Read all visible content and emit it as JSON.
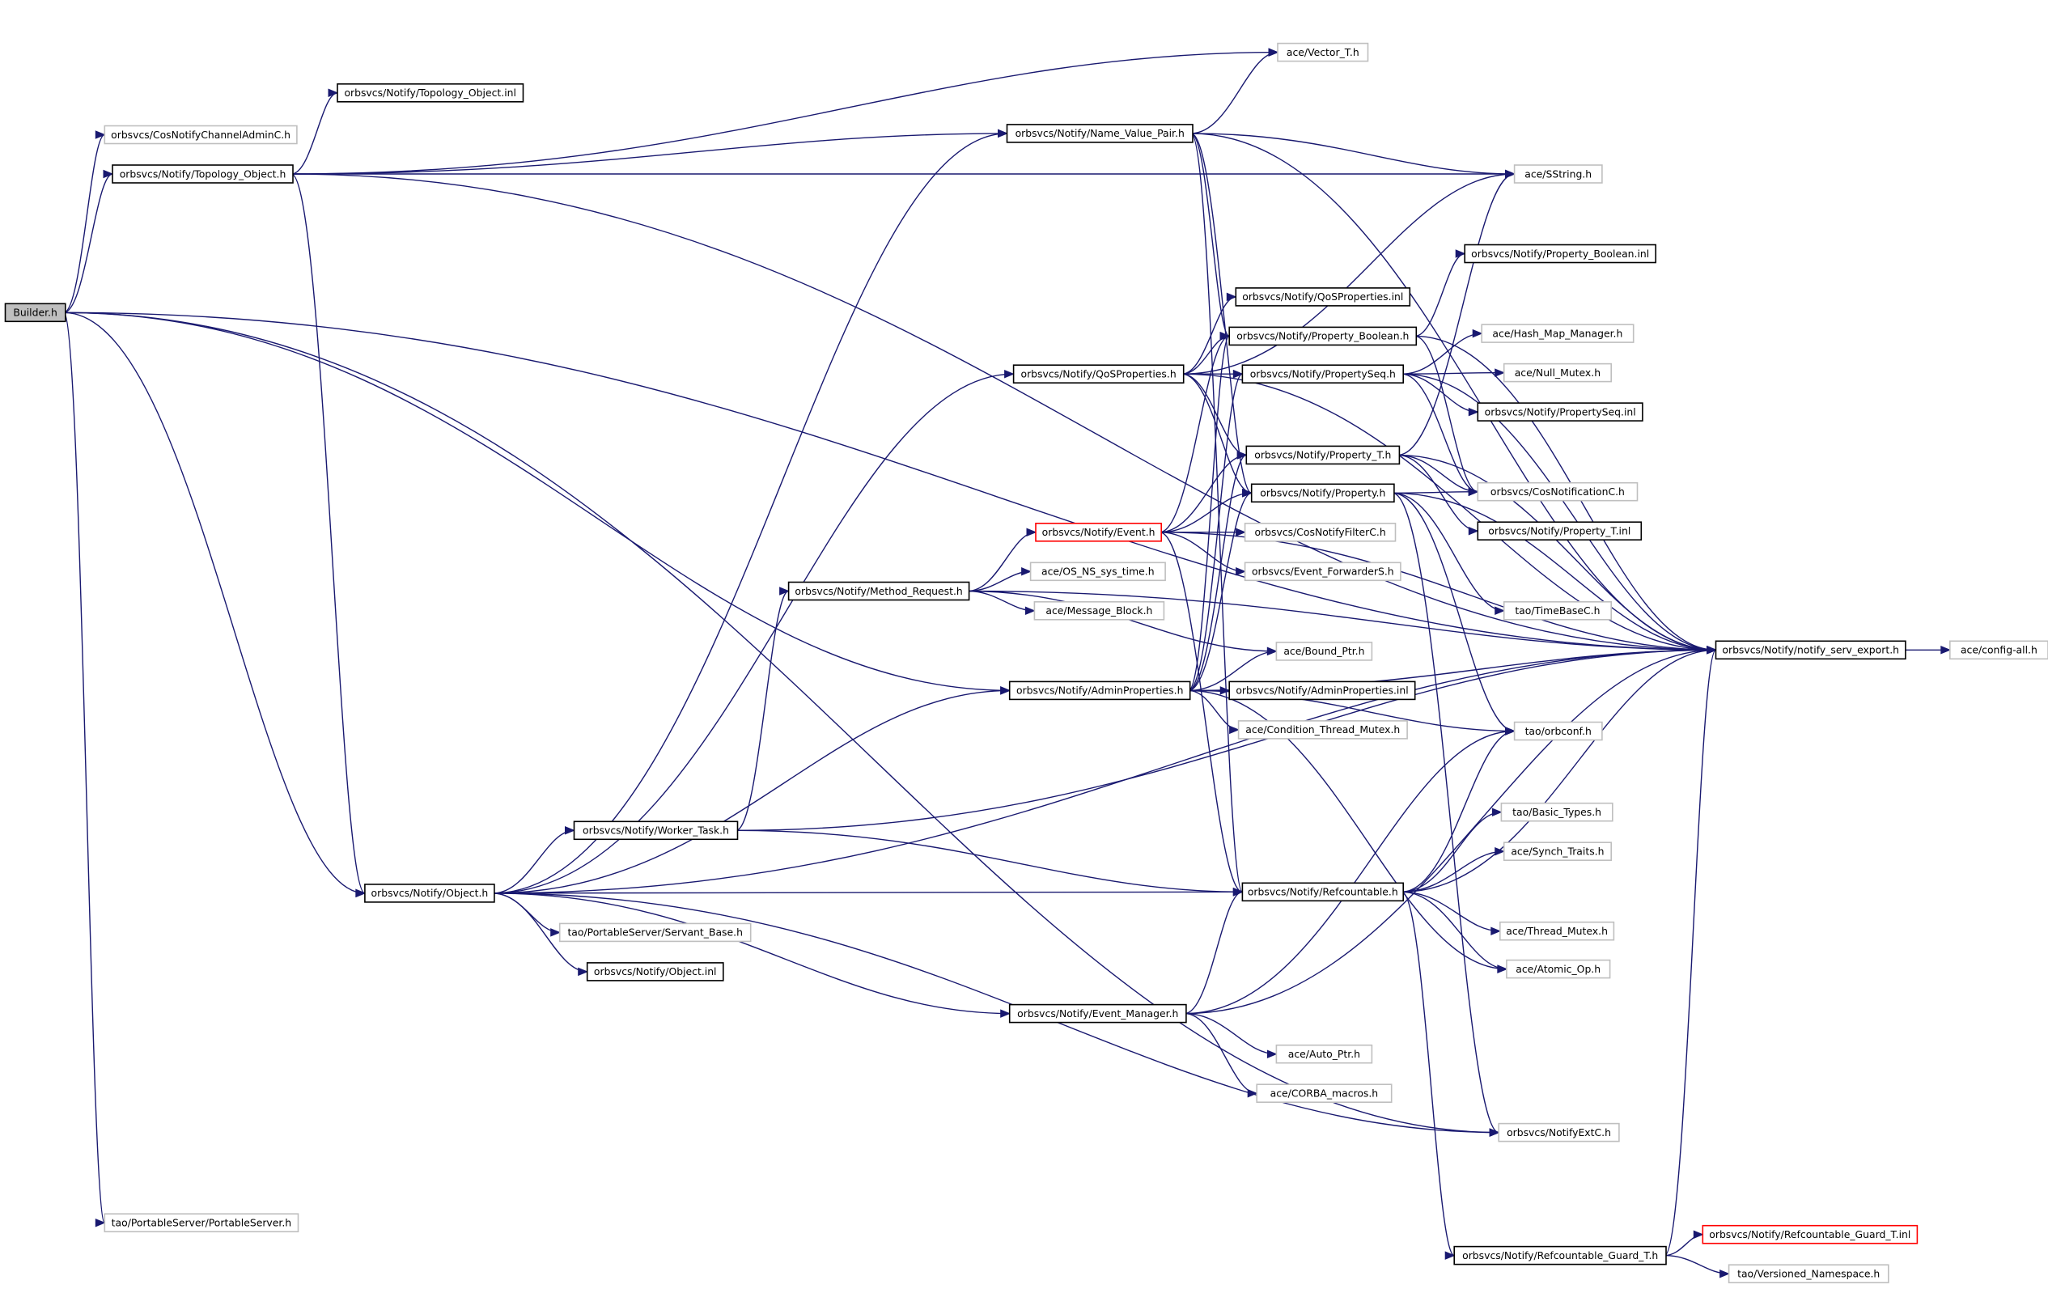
{
  "colors": {
    "edge": "#191970",
    "border_documented": "#000000",
    "border_undocumented": "#bfbfbf",
    "border_highlight": "#ff0000",
    "root_fill": "#bfbfbf",
    "node_fill": "#ffffff"
  },
  "nodes": [
    {
      "id": "builder",
      "label": "Builder.h",
      "kind": "root"
    },
    {
      "id": "cosnotify_chan",
      "label": "orbsvcs/CosNotifyChannelAdminC.h",
      "kind": "undocumented"
    },
    {
      "id": "topo_obj_inl",
      "label": "orbsvcs/Notify/Topology_Object.inl",
      "kind": "documented"
    },
    {
      "id": "topo_obj_h",
      "label": "orbsvcs/Notify/Topology_Object.h",
      "kind": "documented"
    },
    {
      "id": "vector_t",
      "label": "ace/Vector_T.h",
      "kind": "undocumented"
    },
    {
      "id": "nvp",
      "label": "orbsvcs/Notify/Name_Value_Pair.h",
      "kind": "documented"
    },
    {
      "id": "sstring",
      "label": "ace/SString.h",
      "kind": "undocumented"
    },
    {
      "id": "prop_bool_inl",
      "label": "orbsvcs/Notify/Property_Boolean.inl",
      "kind": "documented"
    },
    {
      "id": "qos_inl",
      "label": "orbsvcs/Notify/QoSProperties.inl",
      "kind": "documented"
    },
    {
      "id": "prop_bool_h",
      "label": "orbsvcs/Notify/Property_Boolean.h",
      "kind": "documented"
    },
    {
      "id": "hash_map",
      "label": "ace/Hash_Map_Manager.h",
      "kind": "undocumented"
    },
    {
      "id": "qos_h",
      "label": "orbsvcs/Notify/QoSProperties.h",
      "kind": "documented"
    },
    {
      "id": "propseq_h",
      "label": "orbsvcs/Notify/PropertySeq.h",
      "kind": "documented"
    },
    {
      "id": "null_mutex",
      "label": "ace/Null_Mutex.h",
      "kind": "undocumented"
    },
    {
      "id": "propseq_inl",
      "label": "orbsvcs/Notify/PropertySeq.inl",
      "kind": "documented"
    },
    {
      "id": "prop_t_h",
      "label": "orbsvcs/Notify/Property_T.h",
      "kind": "documented"
    },
    {
      "id": "cosnotif_c",
      "label": "orbsvcs/CosNotificationC.h",
      "kind": "undocumented"
    },
    {
      "id": "property_h",
      "label": "orbsvcs/Notify/Property.h",
      "kind": "documented"
    },
    {
      "id": "prop_t_inl",
      "label": "orbsvcs/Notify/Property_T.inl",
      "kind": "documented"
    },
    {
      "id": "event_h",
      "label": "orbsvcs/Notify/Event.h",
      "kind": "highlight"
    },
    {
      "id": "cosnotify_filter",
      "label": "orbsvcs/CosNotifyFilterC.h",
      "kind": "undocumented"
    },
    {
      "id": "event_fwd",
      "label": "orbsvcs/Event_ForwarderS.h",
      "kind": "undocumented"
    },
    {
      "id": "os_ns_time",
      "label": "ace/OS_NS_sys_time.h",
      "kind": "undocumented"
    },
    {
      "id": "method_req",
      "label": "orbsvcs/Notify/Method_Request.h",
      "kind": "documented"
    },
    {
      "id": "timebase",
      "label": "tao/TimeBaseC.h",
      "kind": "undocumented"
    },
    {
      "id": "msg_block",
      "label": "ace/Message_Block.h",
      "kind": "undocumented"
    },
    {
      "id": "bound_ptr",
      "label": "ace/Bound_Ptr.h",
      "kind": "undocumented"
    },
    {
      "id": "serv_export",
      "label": "orbsvcs/Notify/notify_serv_export.h",
      "kind": "documented"
    },
    {
      "id": "config_all",
      "label": "ace/config-all.h",
      "kind": "undocumented"
    },
    {
      "id": "admin_props_h",
      "label": "orbsvcs/Notify/AdminProperties.h",
      "kind": "documented"
    },
    {
      "id": "admin_props_inl",
      "label": "orbsvcs/Notify/AdminProperties.inl",
      "kind": "documented"
    },
    {
      "id": "cond_mutex",
      "label": "ace/Condition_Thread_Mutex.h",
      "kind": "undocumented"
    },
    {
      "id": "orbconf",
      "label": "tao/orbconf.h",
      "kind": "undocumented"
    },
    {
      "id": "worker_task",
      "label": "orbsvcs/Notify/Worker_Task.h",
      "kind": "documented"
    },
    {
      "id": "basic_types",
      "label": "tao/Basic_Types.h",
      "kind": "undocumented"
    },
    {
      "id": "synch_traits",
      "label": "ace/Synch_Traits.h",
      "kind": "undocumented"
    },
    {
      "id": "object_h",
      "label": "orbsvcs/Notify/Object.h",
      "kind": "documented"
    },
    {
      "id": "refcountable_h",
      "label": "orbsvcs/Notify/Refcountable.h",
      "kind": "documented"
    },
    {
      "id": "servant_base",
      "label": "tao/PortableServer/Servant_Base.h",
      "kind": "undocumented"
    },
    {
      "id": "thread_mutex",
      "label": "ace/Thread_Mutex.h",
      "kind": "undocumented"
    },
    {
      "id": "object_inl",
      "label": "orbsvcs/Notify/Object.inl",
      "kind": "documented"
    },
    {
      "id": "atomic_op",
      "label": "ace/Atomic_Op.h",
      "kind": "undocumented"
    },
    {
      "id": "event_mgr",
      "label": "orbsvcs/Notify/Event_Manager.h",
      "kind": "documented"
    },
    {
      "id": "auto_ptr",
      "label": "ace/Auto_Ptr.h",
      "kind": "undocumented"
    },
    {
      "id": "corba_macros",
      "label": "ace/CORBA_macros.h",
      "kind": "undocumented"
    },
    {
      "id": "notify_ext",
      "label": "orbsvcs/NotifyExtC.h",
      "kind": "undocumented"
    },
    {
      "id": "portable_server",
      "label": "tao/PortableServer/PortableServer.h",
      "kind": "undocumented"
    },
    {
      "id": "ref_guard_inl",
      "label": "orbsvcs/Notify/Refcountable_Guard_T.inl",
      "kind": "highlight"
    },
    {
      "id": "ref_guard_h",
      "label": "orbsvcs/Notify/Refcountable_Guard_T.h",
      "kind": "documented"
    },
    {
      "id": "versioned_ns",
      "label": "tao/Versioned_Namespace.h",
      "kind": "undocumented"
    }
  ],
  "edges": [
    [
      "builder",
      "cosnotify_chan"
    ],
    [
      "builder",
      "topo_obj_h"
    ],
    [
      "builder",
      "serv_export"
    ],
    [
      "builder",
      "admin_props_h"
    ],
    [
      "builder",
      "object_h"
    ],
    [
      "builder",
      "notify_ext"
    ],
    [
      "builder",
      "portable_server"
    ],
    [
      "topo_obj_h",
      "topo_obj_inl"
    ],
    [
      "topo_obj_h",
      "vector_t"
    ],
    [
      "topo_obj_h",
      "nvp"
    ],
    [
      "topo_obj_h",
      "sstring"
    ],
    [
      "topo_obj_h",
      "serv_export"
    ],
    [
      "topo_obj_h",
      "object_h"
    ],
    [
      "nvp",
      "vector_t"
    ],
    [
      "nvp",
      "sstring"
    ],
    [
      "nvp",
      "serv_export"
    ],
    [
      "nvp",
      "prop_bool_h"
    ],
    [
      "nvp",
      "property_h"
    ],
    [
      "nvp",
      "refcountable_h"
    ],
    [
      "qos_h",
      "qos_inl"
    ],
    [
      "qos_h",
      "prop_bool_h"
    ],
    [
      "qos_h",
      "propseq_h"
    ],
    [
      "qos_h",
      "prop_t_h"
    ],
    [
      "qos_h",
      "property_h"
    ],
    [
      "qos_h",
      "serv_export"
    ],
    [
      "qos_h",
      "sstring"
    ],
    [
      "prop_bool_h",
      "prop_bool_inl"
    ],
    [
      "prop_bool_h",
      "serv_export"
    ],
    [
      "prop_bool_h",
      "cosnotif_c"
    ],
    [
      "propseq_h",
      "hash_map"
    ],
    [
      "propseq_h",
      "null_mutex"
    ],
    [
      "propseq_h",
      "propseq_inl"
    ],
    [
      "propseq_h",
      "cosnotif_c"
    ],
    [
      "propseq_h",
      "serv_export"
    ],
    [
      "prop_t_h",
      "cosnotif_c"
    ],
    [
      "prop_t_h",
      "prop_t_inl"
    ],
    [
      "prop_t_h",
      "sstring"
    ],
    [
      "prop_t_h",
      "serv_export"
    ],
    [
      "property_h",
      "cosnotif_c"
    ],
    [
      "property_h",
      "timebase"
    ],
    [
      "property_h",
      "orbconf"
    ],
    [
      "property_h",
      "serv_export"
    ],
    [
      "property_h",
      "notify_ext"
    ],
    [
      "event_h",
      "cosnotify_filter"
    ],
    [
      "event_h",
      "event_fwd"
    ],
    [
      "event_h",
      "prop_bool_h"
    ],
    [
      "event_h",
      "prop_t_h"
    ],
    [
      "event_h",
      "property_h"
    ],
    [
      "event_h",
      "refcountable_h"
    ],
    [
      "event_h",
      "serv_export"
    ],
    [
      "method_req",
      "event_h"
    ],
    [
      "method_req",
      "os_ns_time"
    ],
    [
      "method_req",
      "msg_block"
    ],
    [
      "method_req",
      "bound_ptr"
    ],
    [
      "method_req",
      "serv_export"
    ],
    [
      "serv_export",
      "config_all"
    ],
    [
      "admin_props_h",
      "admin_props_inl"
    ],
    [
      "admin_props_h",
      "cond_mutex"
    ],
    [
      "admin_props_h",
      "bound_ptr"
    ],
    [
      "admin_props_h",
      "orbconf"
    ],
    [
      "admin_props_h",
      "prop_bool_h"
    ],
    [
      "admin_props_h",
      "propseq_h"
    ],
    [
      "admin_props_h",
      "prop_t_h"
    ],
    [
      "admin_props_h",
      "property_h"
    ],
    [
      "admin_props_h",
      "atomic_op"
    ],
    [
      "admin_props_h",
      "serv_export"
    ],
    [
      "worker_task",
      "method_req"
    ],
    [
      "worker_task",
      "refcountable_h"
    ],
    [
      "worker_task",
      "serv_export"
    ],
    [
      "object_h",
      "nvp"
    ],
    [
      "object_h",
      "qos_h"
    ],
    [
      "object_h",
      "admin_props_h"
    ],
    [
      "object_h",
      "worker_task"
    ],
    [
      "object_h",
      "refcountable_h"
    ],
    [
      "object_h",
      "servant_base"
    ],
    [
      "object_h",
      "object_inl"
    ],
    [
      "object_h",
      "event_mgr"
    ],
    [
      "object_h",
      "notify_ext"
    ],
    [
      "object_h",
      "serv_export"
    ],
    [
      "refcountable_h",
      "orbconf"
    ],
    [
      "refcountable_h",
      "basic_types"
    ],
    [
      "refcountable_h",
      "synch_traits"
    ],
    [
      "refcountable_h",
      "thread_mutex"
    ],
    [
      "refcountable_h",
      "atomic_op"
    ],
    [
      "refcountable_h",
      "ref_guard_h"
    ],
    [
      "refcountable_h",
      "serv_export"
    ],
    [
      "event_mgr",
      "refcountable_h"
    ],
    [
      "event_mgr",
      "orbconf"
    ],
    [
      "event_mgr",
      "auto_ptr"
    ],
    [
      "event_mgr",
      "corba_macros"
    ],
    [
      "event_mgr",
      "serv_export"
    ],
    [
      "ref_guard_h",
      "ref_guard_inl"
    ],
    [
      "ref_guard_h",
      "versioned_ns"
    ],
    [
      "ref_guard_h",
      "serv_export"
    ]
  ]
}
